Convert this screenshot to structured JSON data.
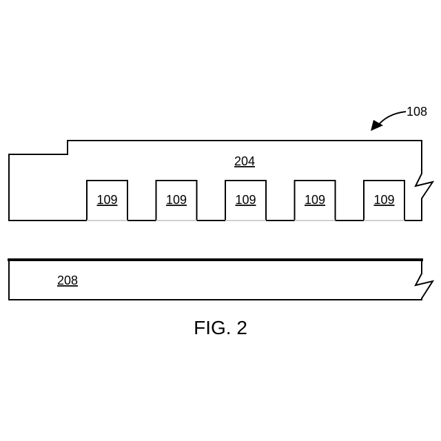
{
  "figure": {
    "caption": "FIG. 2",
    "reference_label": "108",
    "upper_layer": {
      "label": "204"
    },
    "contacts": [
      {
        "label": "109"
      },
      {
        "label": "109"
      },
      {
        "label": "109"
      },
      {
        "label": "109"
      },
      {
        "label": "109"
      }
    ],
    "lower_layer": {
      "label": "208"
    }
  }
}
